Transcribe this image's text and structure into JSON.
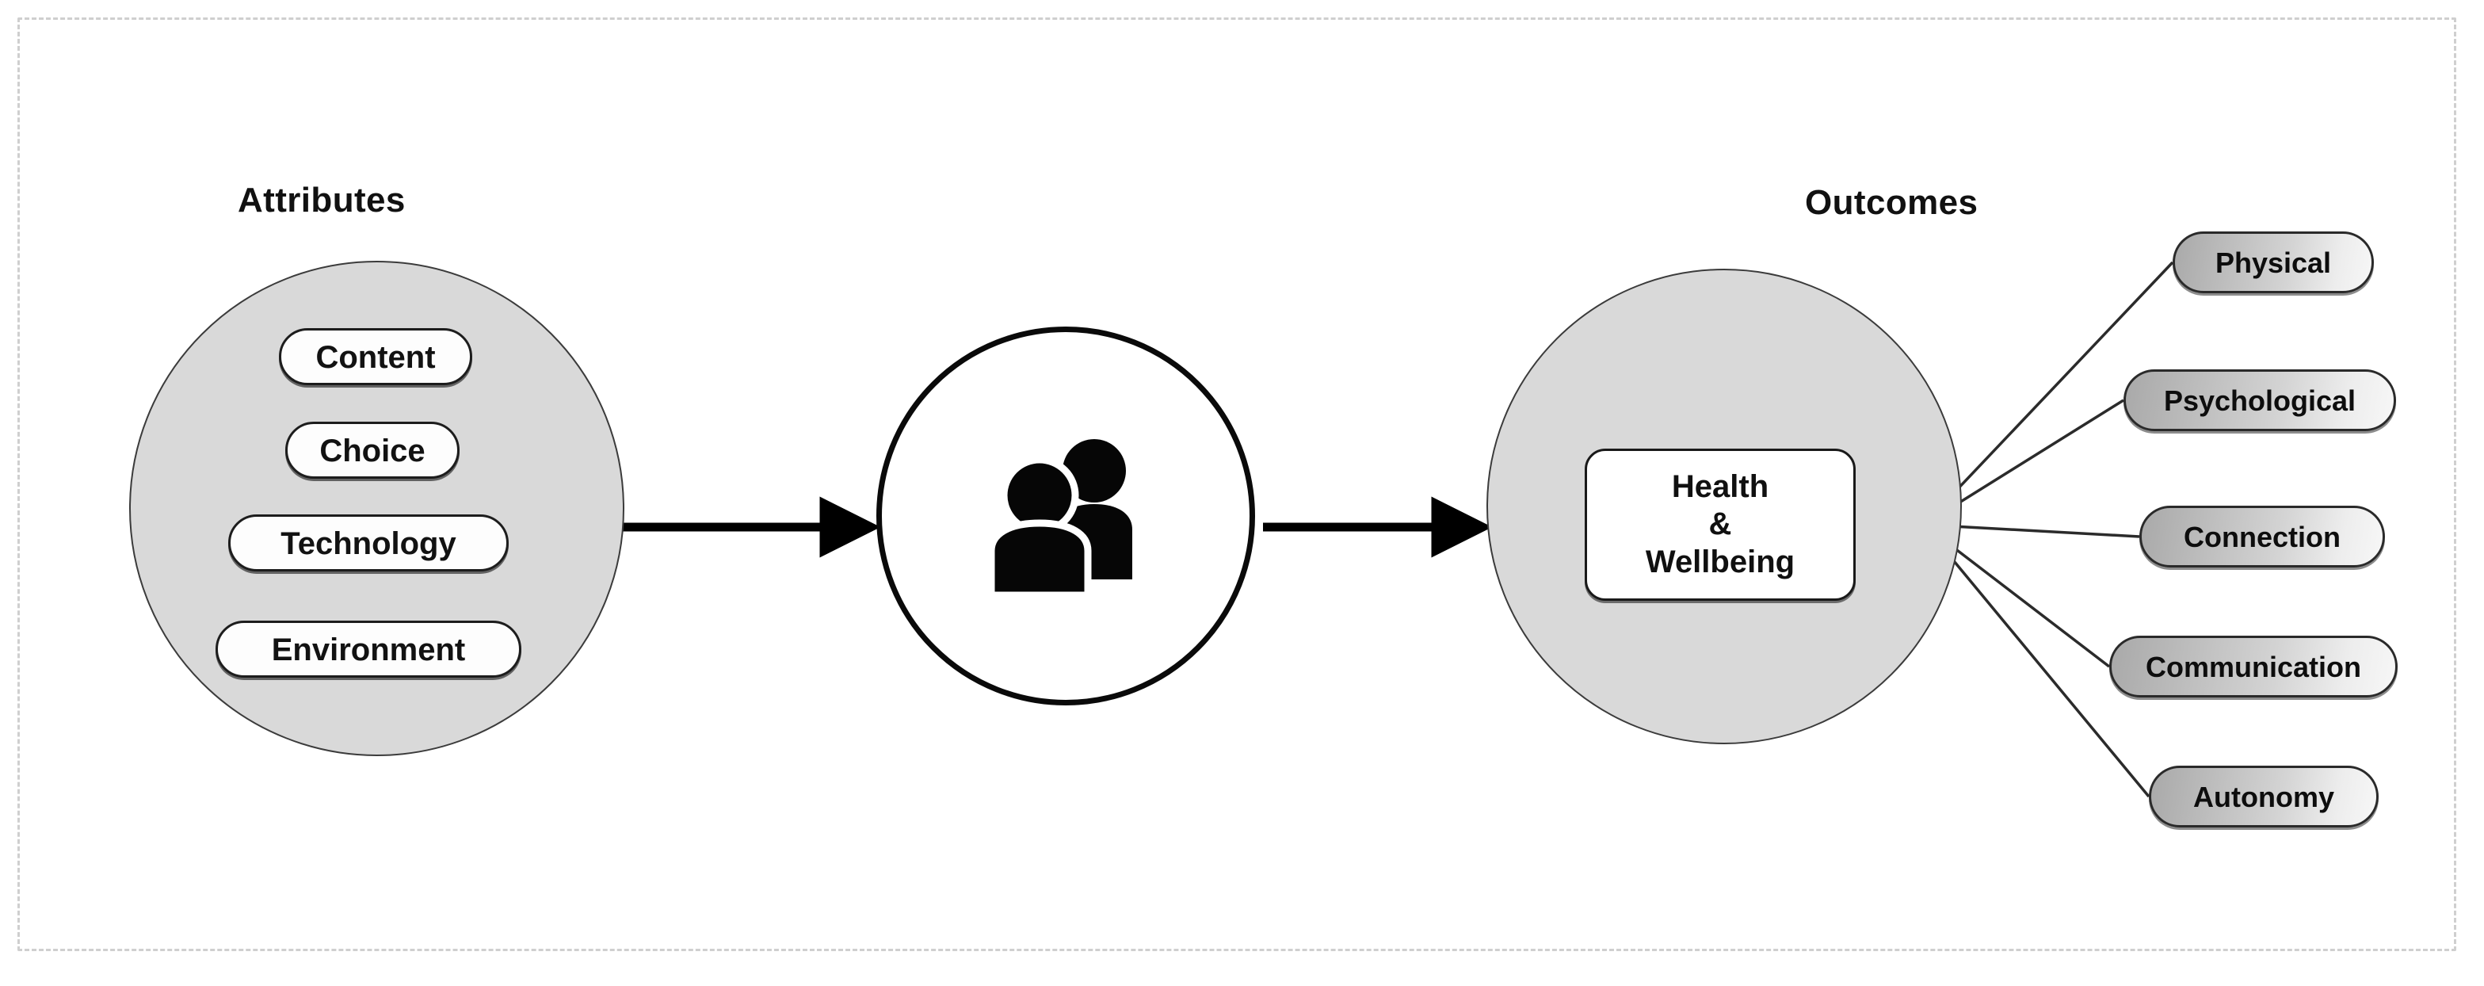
{
  "diagram": {
    "frame": {
      "style": "dashed-border"
    },
    "headings": {
      "attributes": "Attributes",
      "outcomes": "Outcomes"
    },
    "attributes_group": {
      "label": "Attributes",
      "items": [
        {
          "label": "Content"
        },
        {
          "label": "Choice"
        },
        {
          "label": "Technology"
        },
        {
          "label": "Environment"
        }
      ]
    },
    "center_node": {
      "icon": "people-icon",
      "description": "two-people silhouette"
    },
    "outcomes_group": {
      "label": "Outcomes",
      "core": {
        "line1": "Health",
        "line2": "&",
        "line3": "Wellbeing"
      },
      "items": [
        {
          "label": "Physical"
        },
        {
          "label": "Psychological"
        },
        {
          "label": "Connection"
        },
        {
          "label": "Communication"
        },
        {
          "label": "Autonomy"
        }
      ]
    },
    "flow": {
      "arrow_1": "attributes-to-people",
      "arrow_2": "people-to-outcomes",
      "fan_connectors": 5
    },
    "colors": {
      "circle_fill": "#d9d9d9",
      "circle_stroke": "#3b3b3b",
      "pill_fill": "#fdfdfd",
      "pill_stroke": "#1d1d1d",
      "outcome_gradient_start": "#a9a9a9",
      "outcome_gradient_end": "#f7f7f7",
      "frame_dash": "#cfcfcf",
      "arrow": "#000000",
      "text": "#111111"
    }
  }
}
